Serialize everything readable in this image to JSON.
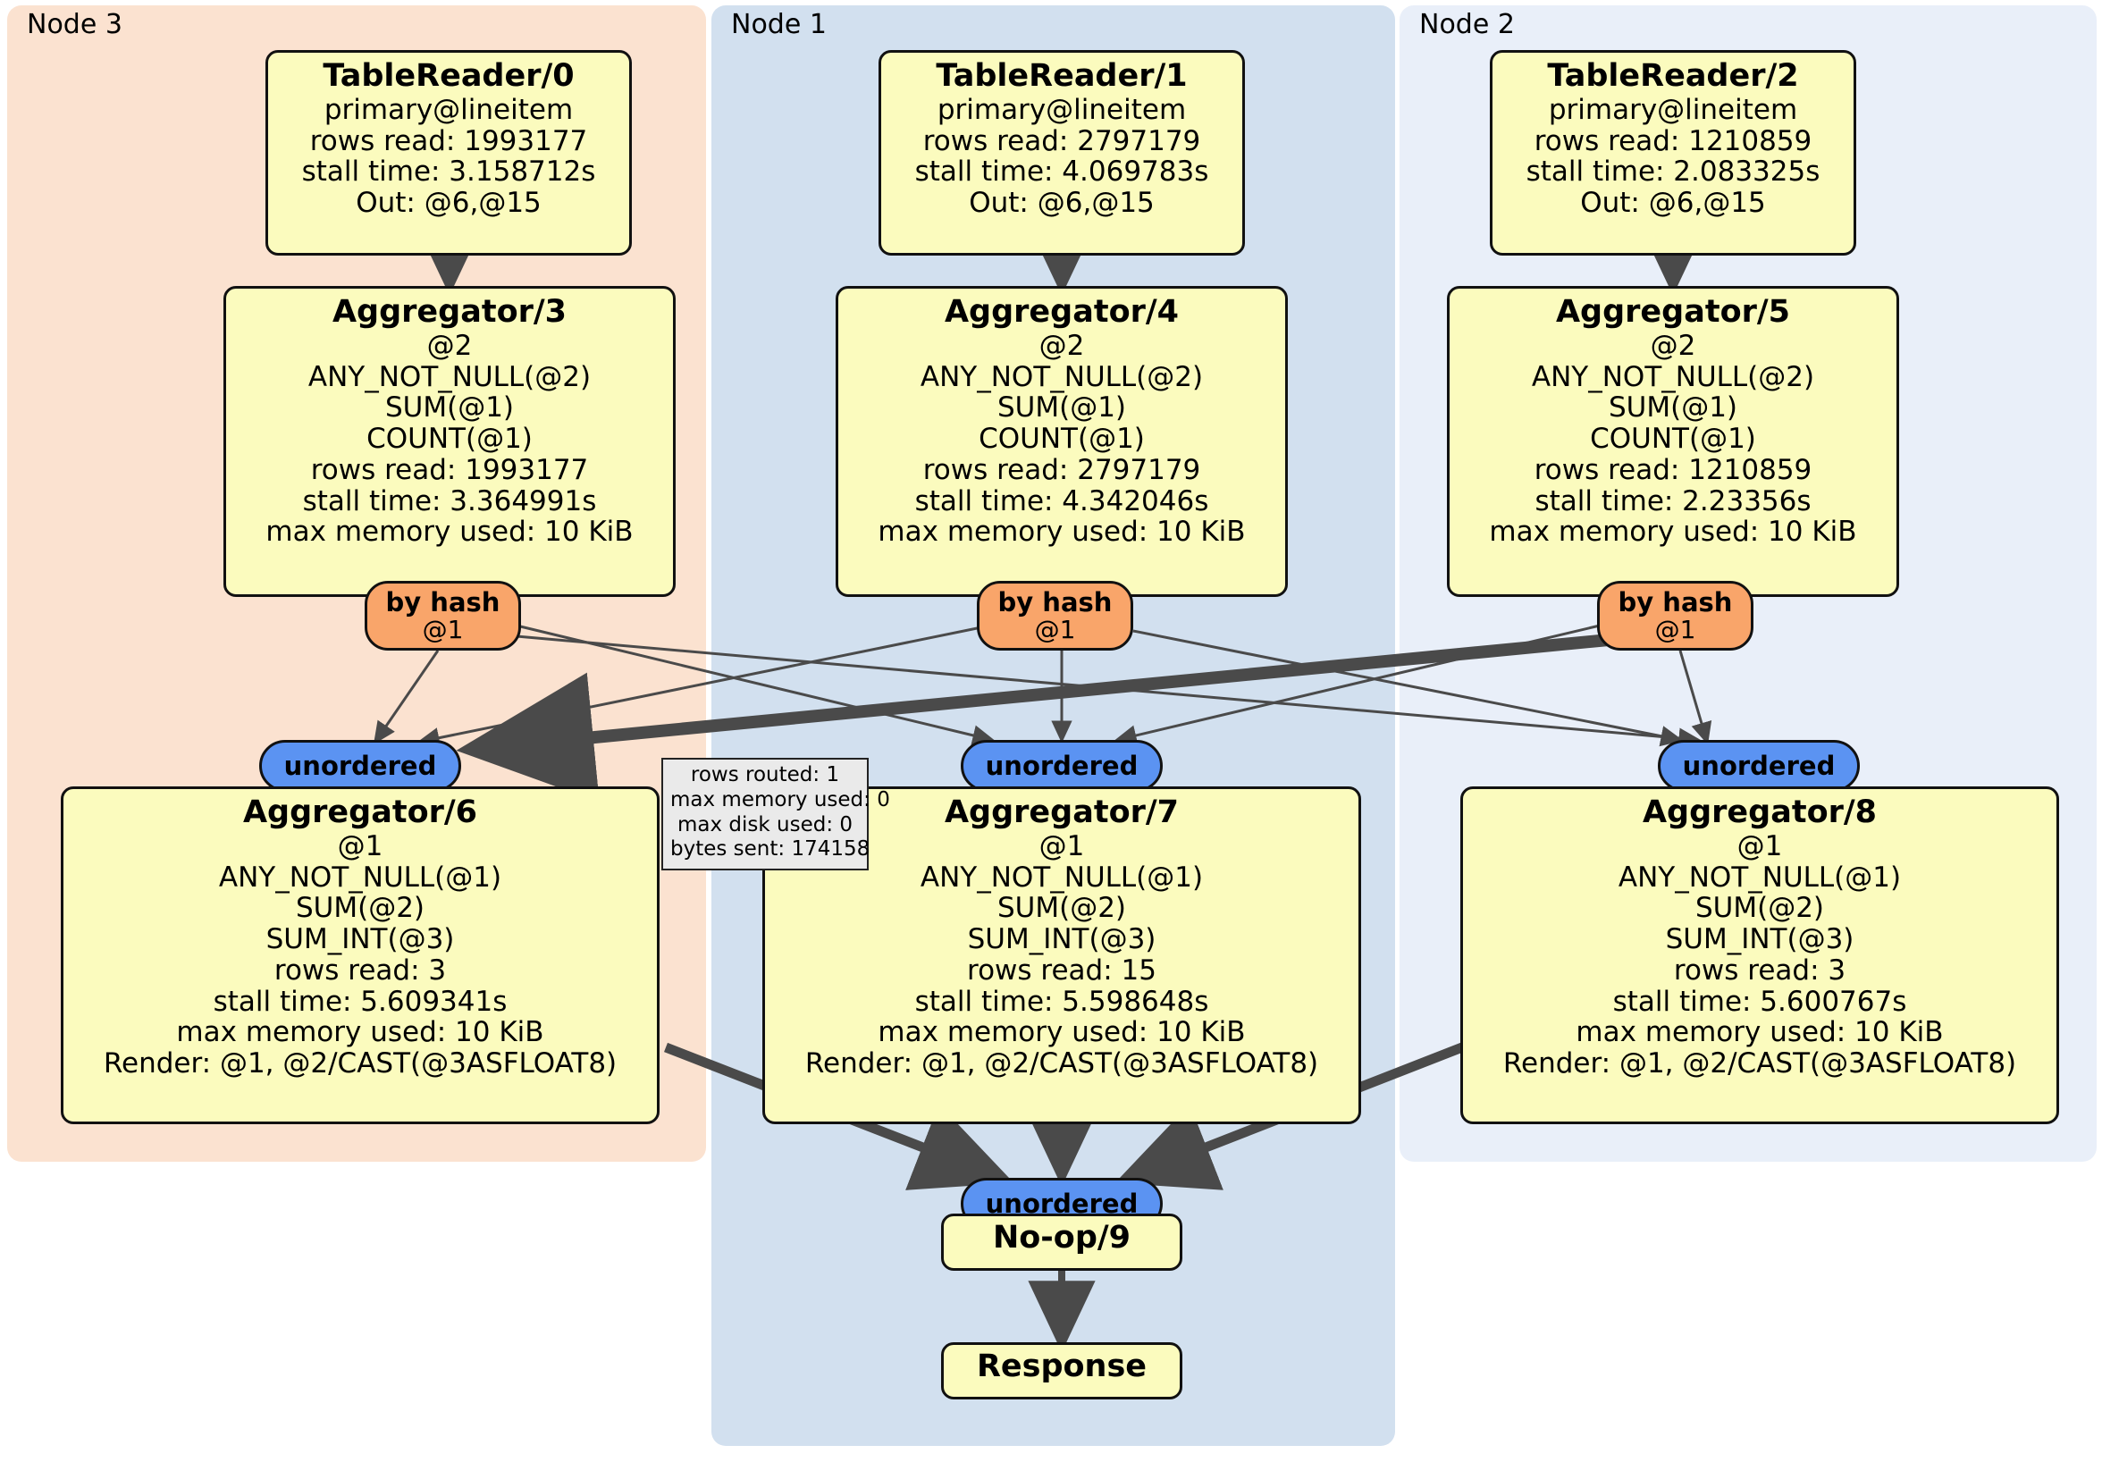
{
  "diagram": {
    "type": "distributed-query-execution-plan",
    "clusters": [
      {
        "id": "node3",
        "label": "Node 3",
        "color": "#fbe2d0"
      },
      {
        "id": "node1",
        "label": "Node 1",
        "color": "#d2e0ef"
      },
      {
        "id": "node2",
        "label": "Node 2",
        "color": "#e9eff9"
      }
    ],
    "colors": {
      "processor_fill": "#fbfbbe",
      "hash_router_fill": "#f9a56a",
      "unordered_fill": "#5b93f2",
      "tooltip_fill": "#eaeaea",
      "edge": "#4a4a4a",
      "border": "#111111"
    },
    "table_readers": [
      {
        "id": "tr0",
        "cluster": "node3",
        "title": "TableReader/0",
        "lines": [
          "primary@lineitem",
          "rows read: 1993177",
          "stall time: 3.158712s",
          "Out: @6,@15"
        ],
        "index": "primary@lineitem",
        "rows_read": 1993177,
        "stall_time": "3.158712s",
        "out": "@6,@15"
      },
      {
        "id": "tr1",
        "cluster": "node1",
        "title": "TableReader/1",
        "lines": [
          "primary@lineitem",
          "rows read: 2797179",
          "stall time: 4.069783s",
          "Out: @6,@15"
        ],
        "index": "primary@lineitem",
        "rows_read": 2797179,
        "stall_time": "4.069783s",
        "out": "@6,@15"
      },
      {
        "id": "tr2",
        "cluster": "node2",
        "title": "TableReader/2",
        "lines": [
          "primary@lineitem",
          "rows read: 1210859",
          "stall time: 2.083325s",
          "Out: @6,@15"
        ],
        "index": "primary@lineitem",
        "rows_read": 1210859,
        "stall_time": "2.083325s",
        "out": "@6,@15"
      }
    ],
    "aggregators_stage1": [
      {
        "id": "agg3",
        "cluster": "node3",
        "title": "Aggregator/3",
        "lines": [
          "@2",
          "ANY_NOT_NULL(@2)",
          "SUM(@1)",
          "COUNT(@1)",
          "rows read: 1993177",
          "stall time: 3.364991s",
          "max memory used: 10 KiB"
        ],
        "group_by": "@2",
        "rows_read": 1993177,
        "stall_time": "3.364991s",
        "max_memory_used": "10 KiB"
      },
      {
        "id": "agg4",
        "cluster": "node1",
        "title": "Aggregator/4",
        "lines": [
          "@2",
          "ANY_NOT_NULL(@2)",
          "SUM(@1)",
          "COUNT(@1)",
          "rows read: 2797179",
          "stall time: 4.342046s",
          "max memory used: 10 KiB"
        ],
        "group_by": "@2",
        "rows_read": 2797179,
        "stall_time": "4.342046s",
        "max_memory_used": "10 KiB"
      },
      {
        "id": "agg5",
        "cluster": "node2",
        "title": "Aggregator/5",
        "lines": [
          "@2",
          "ANY_NOT_NULL(@2)",
          "SUM(@1)",
          "COUNT(@1)",
          "rows read: 1210859",
          "stall time: 2.23356s",
          "max memory used: 10 KiB"
        ],
        "group_by": "@2",
        "rows_read": 1210859,
        "stall_time": "2.23356s",
        "max_memory_used": "10 KiB"
      }
    ],
    "hash_routers": [
      {
        "id": "hash3",
        "cluster": "node3",
        "title": "by hash",
        "sub": "@1"
      },
      {
        "id": "hash4",
        "cluster": "node1",
        "title": "by hash",
        "sub": "@1"
      },
      {
        "id": "hash5",
        "cluster": "node2",
        "title": "by hash",
        "sub": "@1"
      }
    ],
    "unordered_syncs": [
      {
        "id": "un6",
        "cluster": "node3",
        "label": "unordered"
      },
      {
        "id": "un7",
        "cluster": "node1",
        "label": "unordered"
      },
      {
        "id": "un8",
        "cluster": "node2",
        "label": "unordered"
      },
      {
        "id": "un9",
        "cluster": "node1",
        "label": "unordered"
      }
    ],
    "aggregators_stage2": [
      {
        "id": "agg6",
        "cluster": "node3",
        "title": "Aggregator/6",
        "lines": [
          "@1",
          "ANY_NOT_NULL(@1)",
          "SUM(@2)",
          "SUM_INT(@3)",
          "rows read: 3",
          "stall time: 5.609341s",
          "max memory used: 10 KiB",
          "Render: @1, @2/CAST(@3ASFLOAT8)"
        ],
        "group_by": "@1",
        "rows_read": 3,
        "stall_time": "5.609341s",
        "max_memory_used": "10 KiB",
        "render": "Render: @1, @2/CAST(@3ASFLOAT8)"
      },
      {
        "id": "agg7",
        "cluster": "node1",
        "title": "Aggregator/7",
        "lines": [
          "@1",
          "ANY_NOT_NULL(@1)",
          "SUM(@2)",
          "SUM_INT(@3)",
          "rows read: 15",
          "stall time: 5.598648s",
          "max memory used: 10 KiB",
          "Render: @1, @2/CAST(@3ASFLOAT8)"
        ],
        "group_by": "@1",
        "rows_read": 15,
        "stall_time": "5.598648s",
        "max_memory_used": "10 KiB",
        "render": "Render: @1, @2/CAST(@3ASFLOAT8)"
      },
      {
        "id": "agg8",
        "cluster": "node2",
        "title": "Aggregator/8",
        "lines": [
          "@1",
          "ANY_NOT_NULL(@1)",
          "SUM(@2)",
          "SUM_INT(@3)",
          "rows read: 3",
          "stall time: 5.600767s",
          "max memory used: 10 KiB",
          "Render: @1, @2/CAST(@3ASFLOAT8)"
        ],
        "group_by": "@1",
        "rows_read": 3,
        "stall_time": "5.600767s",
        "max_memory_used": "10 KiB",
        "render": "Render: @1, @2/CAST(@3ASFLOAT8)"
      }
    ],
    "noop": {
      "id": "noop9",
      "cluster": "node1",
      "title": "No-op/9"
    },
    "response": {
      "id": "response",
      "cluster": "node1",
      "title": "Response"
    },
    "stream_stats_tooltip": {
      "lines": [
        "rows routed: 1",
        "max memory used: 0",
        "max disk used: 0",
        "bytes sent: 174158"
      ],
      "rows_routed": 1,
      "max_memory_used": 0,
      "max_disk_used": 0,
      "bytes_sent": 174158
    }
  }
}
